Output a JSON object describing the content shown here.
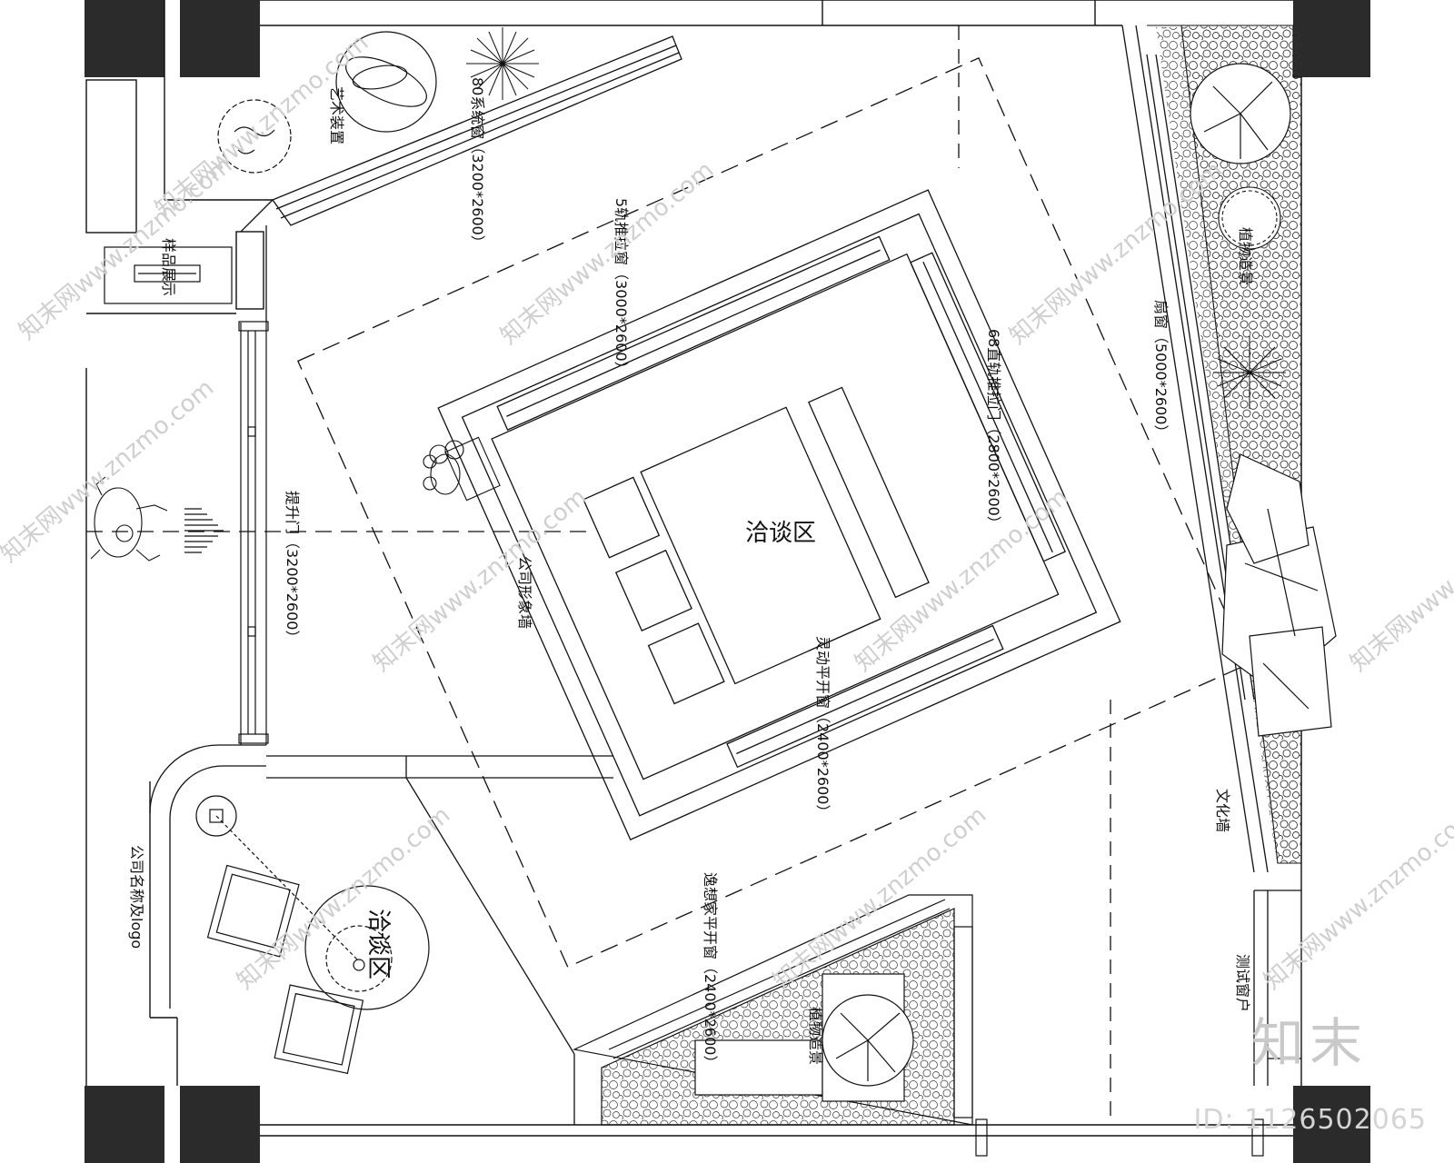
{
  "labels": {
    "art_installation": "艺术装置",
    "window_80": "80系统窗（3200*2600）",
    "five_rail_door": "5轨推拉窗（3000*2600）",
    "door_68": "68直轨推拉门（2800*2600）",
    "fixed_window": "灵动平开窗（2400*2600）",
    "ideal_window": "逸想家平开窗（2400*2600）",
    "lift_door": "提升门（3200*2600）",
    "sample_shelf": "样品展示",
    "company_wall": "公司形象墙",
    "talk_area_main": "洽谈区",
    "talk_area_round": "洽谈区",
    "company_logo": "公司名称及logo",
    "plant_view": "植物造景",
    "plant_view_2": "植物造景",
    "fan_window": "扇窗（5000*2600）",
    "culture_wall": "文化墙",
    "test_window": "测试窗户"
  },
  "watermark": {
    "text": "知末网www.znzmo.com",
    "brand": "知末",
    "id": "ID: 1126502065"
  }
}
